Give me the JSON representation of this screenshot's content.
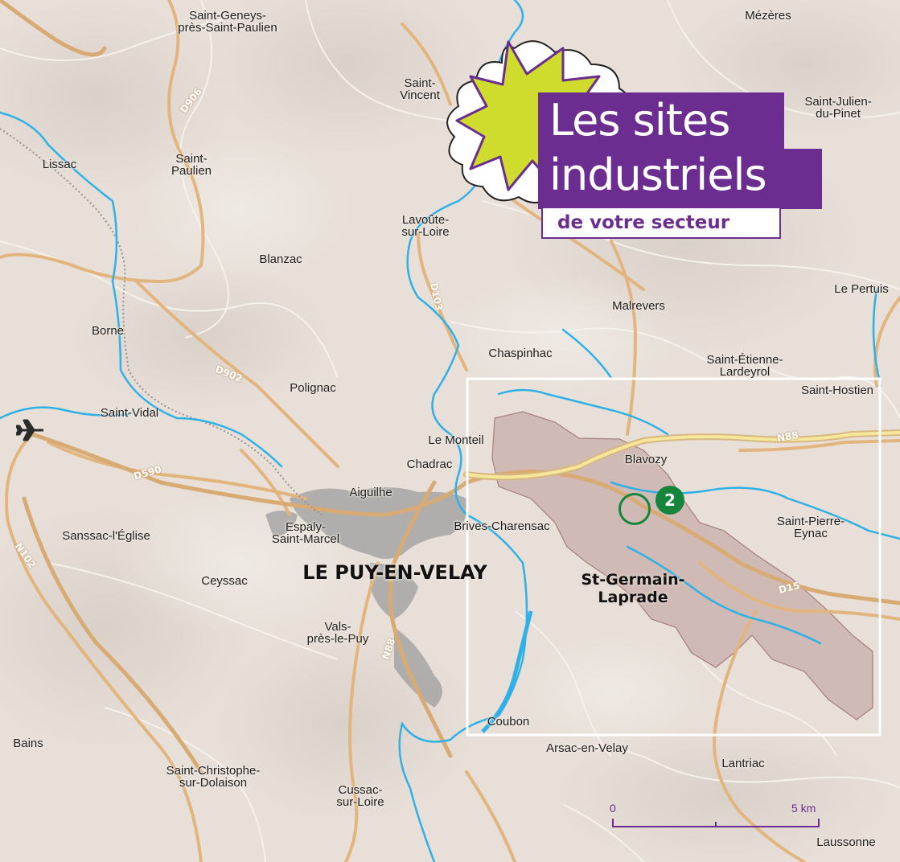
{
  "colors": {
    "background": "#e7dfd8",
    "road": "#e3b57e",
    "road_main": "#d9ab74",
    "highway_yellow": "#f6e79a",
    "river": "#2fb0e6",
    "commune_fill": "#c7aeaa",
    "urban": "#9d9d9d",
    "title_purple": "#6b2d90",
    "burst_green": "#cfdc2e",
    "marker_green": "#15853b",
    "frame": "#ffffff"
  },
  "title": {
    "line1": "Les sites",
    "line2": "industriels",
    "line3": "de votre secteur"
  },
  "places": [
    {
      "id": "saint-geneys",
      "label": "Saint-Geneys-\nprès-Saint-Paulien"
    },
    {
      "id": "mezeres",
      "label": "Mézères"
    },
    {
      "id": "saint-vincent",
      "label": "Saint-\nVincent"
    },
    {
      "id": "saint-julien-du-pinet",
      "label": "Saint-Julien-\ndu-Pinet"
    },
    {
      "id": "lissac",
      "label": "Lissac"
    },
    {
      "id": "saint-paulien",
      "label": "Saint-\nPaulien"
    },
    {
      "id": "lavoute-sur-loire",
      "label": "Lavoûte-\nsur-Loire"
    },
    {
      "id": "blanzac",
      "label": "Blanzac"
    },
    {
      "id": "le-pertuis",
      "label": "Le Pertuis"
    },
    {
      "id": "malrevers",
      "label": "Malrevers"
    },
    {
      "id": "borne",
      "label": "Borne"
    },
    {
      "id": "chaspinhac",
      "label": "Chaspinhac"
    },
    {
      "id": "saint-etienne-lardeyrol",
      "label": "Saint-Étienne-\nLardeyrol"
    },
    {
      "id": "polignac",
      "label": "Polignac"
    },
    {
      "id": "saint-hostien",
      "label": "Saint-Hostien"
    },
    {
      "id": "saint-vidal",
      "label": "Saint-Vidal"
    },
    {
      "id": "le-monteil",
      "label": "Le Monteil"
    },
    {
      "id": "chadrac",
      "label": "Chadrac"
    },
    {
      "id": "blavozy",
      "label": "Blavozy"
    },
    {
      "id": "aiguilhe",
      "label": "Aiguilhe"
    },
    {
      "id": "espaly",
      "label": "Espaly-\nSaint-Marcel"
    },
    {
      "id": "brives-charensac",
      "label": "Brives-Charensac"
    },
    {
      "id": "saint-pierre-eynac",
      "label": "Saint-Pierre-\nEynac"
    },
    {
      "id": "sanssac",
      "label": "Sanssac-l'Église"
    },
    {
      "id": "ceyssac",
      "label": "Ceyssac"
    },
    {
      "id": "vals",
      "label": "Vals-\nprès-le-Puy"
    },
    {
      "id": "coubon",
      "label": "Coubon"
    },
    {
      "id": "bains",
      "label": "Bains"
    },
    {
      "id": "arsac",
      "label": "Arsac-en-Velay"
    },
    {
      "id": "lantriac",
      "label": "Lantriac"
    },
    {
      "id": "saint-christophe",
      "label": "Saint-Christophe-\nsur-Dolaison"
    },
    {
      "id": "cussac",
      "label": "Cussac-\nsur-Loire"
    },
    {
      "id": "laussonne",
      "label": "Laussonne"
    }
  ],
  "city_label": "LE PUY-EN-VELAY",
  "commune_label": "St-Germain-\nLaprade",
  "roads": [
    {
      "id": "d906",
      "label": "D906"
    },
    {
      "id": "d103",
      "label": "D103"
    },
    {
      "id": "d902",
      "label": "D902"
    },
    {
      "id": "d590",
      "label": "D590"
    },
    {
      "id": "n88-east",
      "label": "N88"
    },
    {
      "id": "d15",
      "label": "D15"
    },
    {
      "id": "n102",
      "label": "N102"
    },
    {
      "id": "n88-south",
      "label": "N88"
    }
  ],
  "site_marker": {
    "number": "2"
  },
  "scale": {
    "start": "0",
    "end": "5 km"
  },
  "icons": {
    "airport": "airplane-icon"
  }
}
